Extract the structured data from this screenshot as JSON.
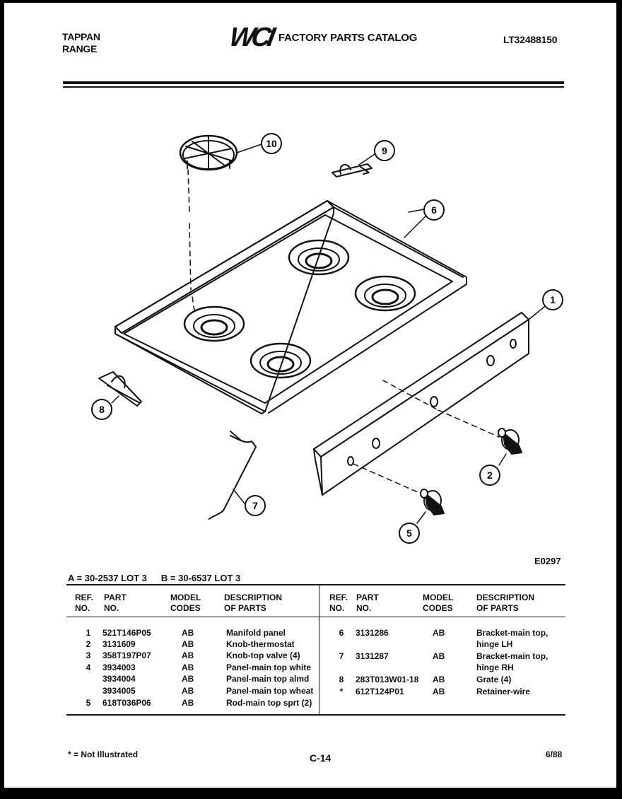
{
  "header": {
    "brand_line1": "TAPPAN",
    "brand_line2": "RANGE",
    "logo": "WCI",
    "catalog_title": "FACTORY PARTS CATALOG",
    "model_number": "LT32488150"
  },
  "diagram": {
    "code": "E0297",
    "callouts": [
      "10",
      "9",
      "6",
      "1",
      "8",
      "7",
      "2",
      "5"
    ]
  },
  "lots": {
    "a": "A = 30-2537 LOT 3",
    "b": "B = 30-6537 LOT 3"
  },
  "table_headers": {
    "ref": [
      "REF.",
      "NO."
    ],
    "part": [
      "PART",
      "NO."
    ],
    "model": [
      "MODEL",
      "CODES"
    ],
    "desc": [
      "DESCRIPTION",
      "OF PARTS"
    ]
  },
  "parts_left": [
    {
      "ref": "1",
      "part": "521T146P05",
      "model": "AB",
      "desc": "Manifold panel"
    },
    {
      "ref": "2",
      "part": "3131609",
      "model": "AB",
      "desc": "Knob-thermostat"
    },
    {
      "ref": "3",
      "part": "358T197P07",
      "model": "AB",
      "desc": "Knob-top valve (4)"
    },
    {
      "ref": "4",
      "part": "3934003",
      "model": "AB",
      "desc": "Panel-main top white"
    },
    {
      "ref": "",
      "part": "3934004",
      "model": "AB",
      "desc": "Panel-main top almd"
    },
    {
      "ref": "",
      "part": "3934005",
      "model": "AB",
      "desc": "Panel-main top wheat"
    },
    {
      "ref": "5",
      "part": "618T036P06",
      "model": "AB",
      "desc": "Rod-main top sprt (2)"
    }
  ],
  "parts_right": [
    {
      "ref": "6",
      "part": "3131286",
      "model": "AB",
      "desc": "Bracket-main top,"
    },
    {
      "ref": "",
      "part": "",
      "model": "",
      "desc": "hinge LH"
    },
    {
      "ref": "7",
      "part": "3131287",
      "model": "AB",
      "desc": "Bracket-main top,"
    },
    {
      "ref": "",
      "part": "",
      "model": "",
      "desc": "hinge RH"
    },
    {
      "ref": "8",
      "part": "283T013W01-18",
      "model": "AB",
      "desc": "Grate (4)"
    },
    {
      "ref": "*",
      "part": "612T124P01",
      "model": "AB",
      "desc": "Retainer-wire"
    }
  ],
  "footer": {
    "note": "* = Not Illustrated",
    "page": "C-14",
    "date": "6/88"
  }
}
